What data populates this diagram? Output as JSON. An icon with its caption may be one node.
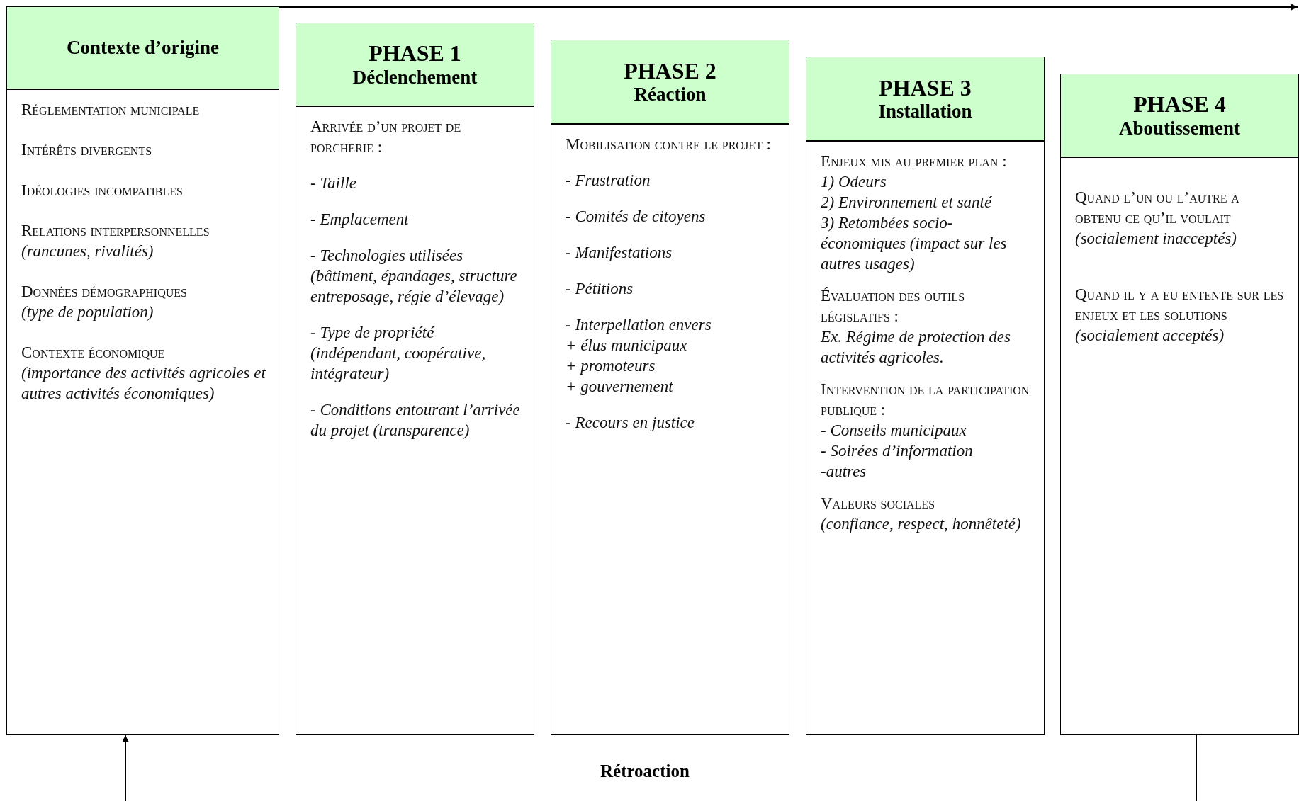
{
  "diagram": {
    "nodes": [
      {
        "text": [
          "Contexte d’origine"
        ]
      },
      {
        "text": [
          "Réglementation municipale",
          "Intérêts divergents",
          "Idéologies incompatibles",
          "Relations interpersonnelles",
          "*(rancunes, rivalités)*",
          "Données démographiques",
          "*(type de population)*",
          "Contexte économique",
          "*(importance des activités agricoles et autres activités économiques)*"
        ]
      },
      {
        "text": [
          "PHASE 1",
          "Déclenchement"
        ]
      },
      {
        "text": [
          "Arrivée d’un projet de porcherie :",
          "- *Taille*",
          "- *Emplacement*",
          "- *Technologies utilisées*",
          "*(bâtiment, épandages, structure entreposage, régie d’élevage)*",
          "- *Type de propriété (indépendant, coopérative, intégrateur)*",
          "- *Conditions entourant l’arrivée du projet (transparence)*"
        ]
      },
      {
        "text": [
          "PHASE 2",
          "Réaction"
        ]
      },
      {
        "text": [
          "Mobilisation contre le projet :",
          "- *Frustration*",
          "- *Comités de citoyens*",
          "- *Manifestations*",
          "- *Pétitions*",
          "- *Interpellation envers*",
          "*+ élus municipaux*",
          "*+ promoteurs*",
          "*+ gouvernement*",
          "- *Recours en justice*"
        ]
      },
      {
        "text": [
          "PHASE 3",
          "Installation"
        ]
      },
      {
        "text": [
          "Enjeux mis au premier plan :",
          "*1) Odeurs*",
          "*2) Environnement et santé*",
          "*3) Retombées socio-économiques (impact sur les autres usages)*",
          "Évaluation des outils législatifs :",
          "*Ex. Régime de protection des activités agricoles.*",
          "Intervention de la participation publique :",
          "- *Conseils municipaux*",
          "- *Soirées d’information*",
          "*-autres*",
          "Valeurs sociales",
          "*(confiance, respect, honnêteté)*"
        ]
      },
      {
        "text": [
          "PHASE 4",
          "Aboutissement"
        ]
      },
      {
        "text": [
          "Quand l’un ou l’autre a obtenu ce qu’il voulait",
          "*(socialement inacceptés)*",
          "Quand il y a eu entente sur les enjeux et les solutions",
          "*(socialement acceptés)*"
        ]
      }
    ],
    "edges": [
      {
        "from": 0,
        "to": null,
        "arrow": "to"
      },
      {
        "from": 9,
        "to": null,
        "arrow": "none"
      },
      {
        "from": null,
        "to": 1,
        "arrow": "to"
      }
    ],
    "labels": [
      "Rétroaction"
    ]
  }
}
